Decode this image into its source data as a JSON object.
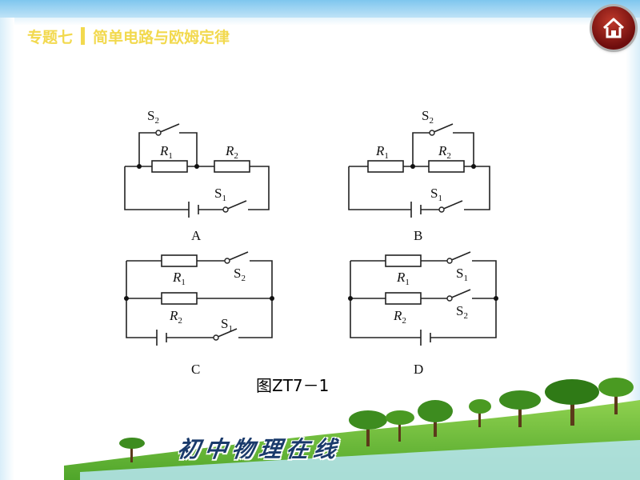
{
  "header": {
    "topic": "专题七",
    "title": "简单电路与欧姆定律"
  },
  "home_button": {
    "icon": "home-icon"
  },
  "circuits": [
    {
      "option": "A",
      "labels": {
        "s2": "S",
        "s2_sub": "2",
        "r1": "R",
        "r1_sub": "1",
        "r2": "R",
        "r2_sub": "2",
        "s1": "S",
        "s1_sub": "1"
      }
    },
    {
      "option": "B",
      "labels": {
        "s2": "S",
        "s2_sub": "2",
        "r1": "R",
        "r1_sub": "1",
        "r2": "R",
        "r2_sub": "2",
        "s1": "S",
        "s1_sub": "1"
      }
    },
    {
      "option": "C",
      "labels": {
        "r1": "R",
        "r1_sub": "1",
        "s2": "S",
        "s2_sub": "2",
        "r2": "R",
        "r2_sub": "2",
        "s1": "S",
        "s1_sub": "1"
      }
    },
    {
      "option": "D",
      "labels": {
        "r1": "R",
        "r1_sub": "1",
        "s1": "S",
        "s1_sub": "1",
        "r2": "R",
        "r2_sub": "2",
        "s2": "S",
        "s2_sub": "2"
      }
    }
  ],
  "figure_caption": "图ZT7－1",
  "footer_banner": "初中物理在线"
}
